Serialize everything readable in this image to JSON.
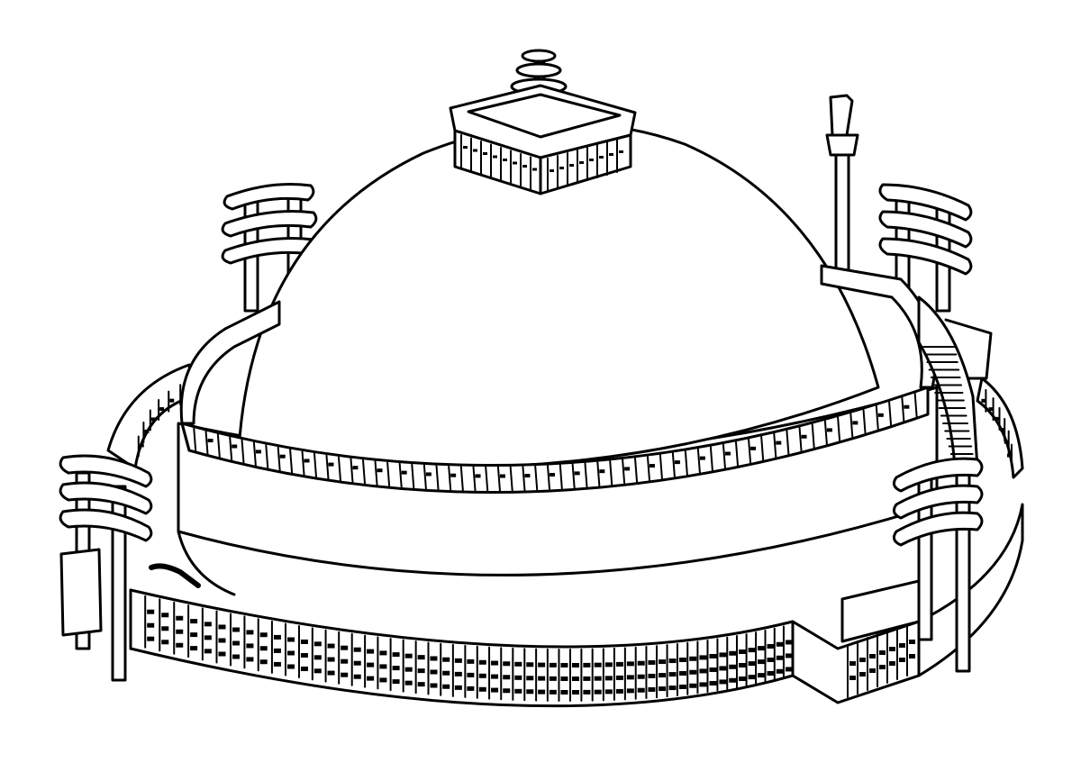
{
  "artwork": {
    "subject": "stupa-line-drawing",
    "stroke_color": "#000000",
    "fill_color": "#ffffff",
    "slat_color": "#000000"
  },
  "components": {
    "dome": "dome",
    "harmika": "harmika-square-railing",
    "chhatra": "chhatra-umbrella-stack",
    "pillar": "ashoka-pillar",
    "upper_railing": "upper-terrace-railing",
    "lower_railing": "ground-railing",
    "stairway": "double-stairway",
    "gateways": [
      "torana-north-west",
      "torana-north-east",
      "torana-south-west",
      "torana-south-east"
    ]
  }
}
